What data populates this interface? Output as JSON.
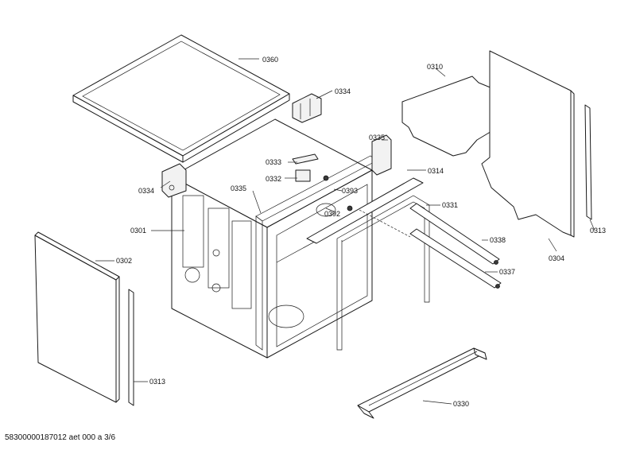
{
  "diagram": {
    "parts": [
      {
        "id": "label-0360",
        "text": "0360"
      },
      {
        "id": "label-0334-top",
        "text": "0334"
      },
      {
        "id": "label-0310",
        "text": "0310"
      },
      {
        "id": "label-0335-top",
        "text": "0335"
      },
      {
        "id": "label-0333",
        "text": "0333"
      },
      {
        "id": "label-0332",
        "text": "0332"
      },
      {
        "id": "label-0314",
        "text": "0314"
      },
      {
        "id": "label-0393",
        "text": "0393"
      },
      {
        "id": "label-0334-left",
        "text": "0334"
      },
      {
        "id": "label-0335-left",
        "text": "0335"
      },
      {
        "id": "label-0392",
        "text": "0392"
      },
      {
        "id": "label-0331",
        "text": "0331"
      },
      {
        "id": "label-0301",
        "text": "0301"
      },
      {
        "id": "label-0313-right",
        "text": "0313"
      },
      {
        "id": "label-0338",
        "text": "0338"
      },
      {
        "id": "label-0304",
        "text": "0304"
      },
      {
        "id": "label-0302",
        "text": "0302"
      },
      {
        "id": "label-0337",
        "text": "0337"
      },
      {
        "id": "label-0313-left",
        "text": "0313"
      },
      {
        "id": "label-0330",
        "text": "0330"
      }
    ]
  },
  "footer": {
    "document_id": "58300000187012 aet 000 a 3/6"
  }
}
